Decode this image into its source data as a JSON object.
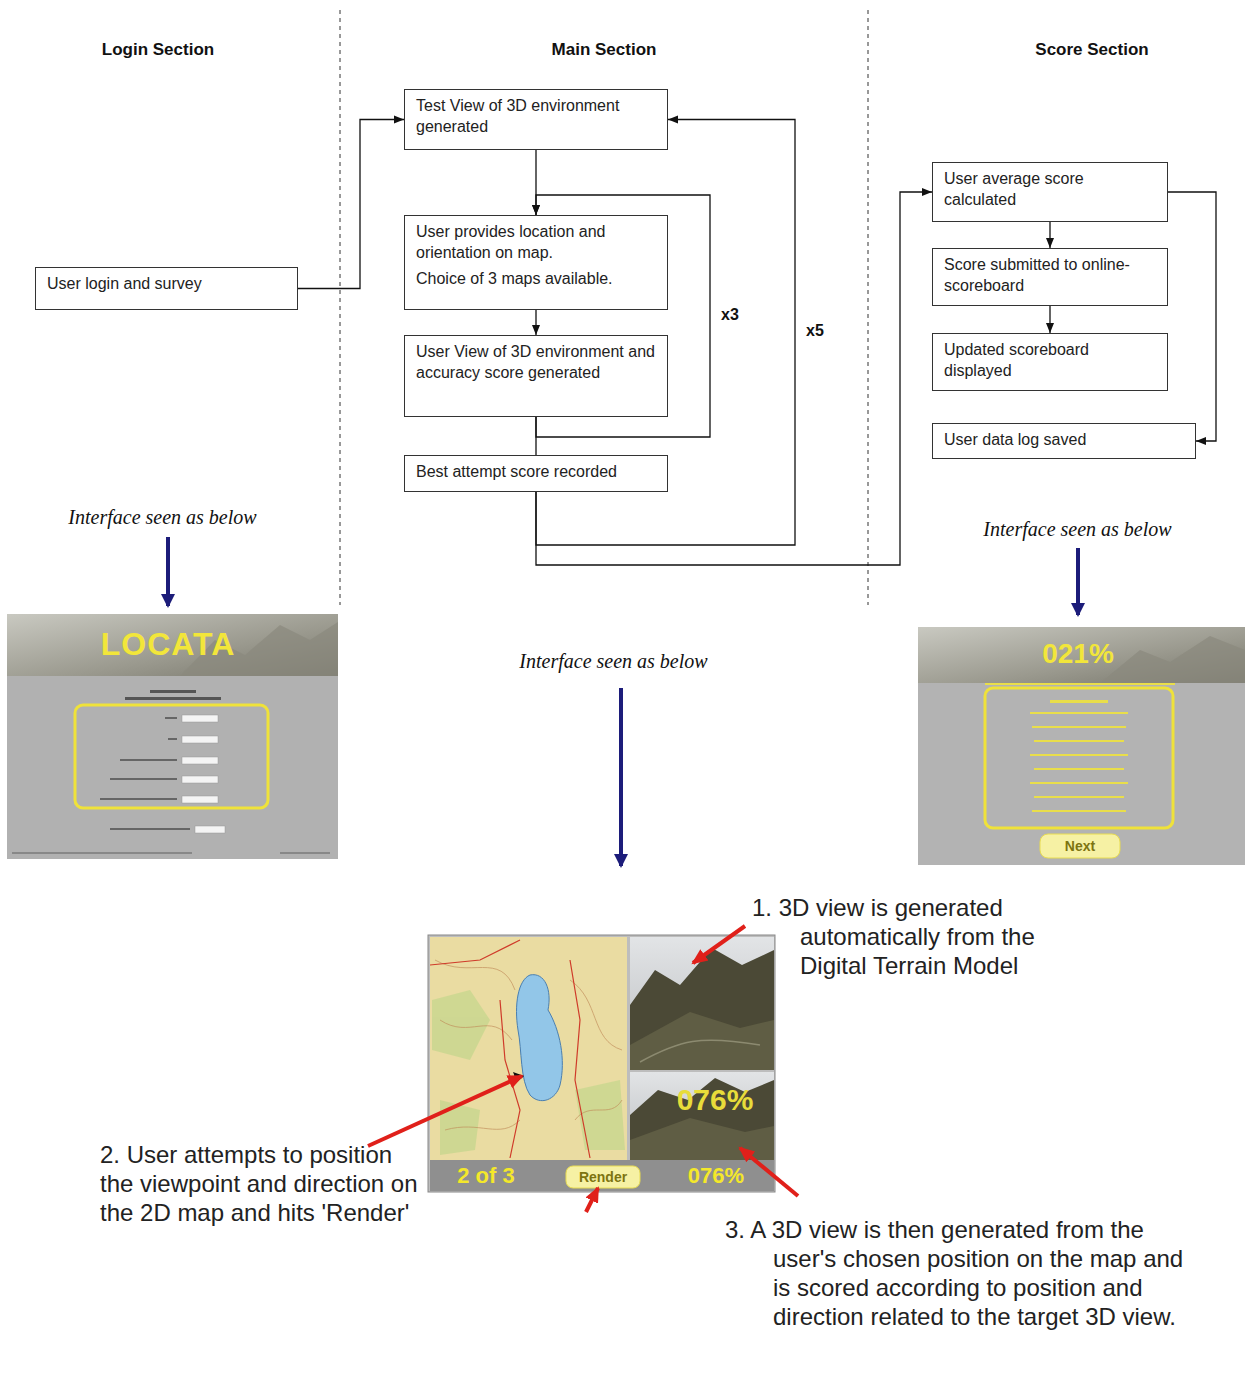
{
  "diagram": {
    "nodes": [
      {
        "text": [
          "User login and survey"
        ]
      },
      {
        "text": [
          "Test View of 3D environment generated"
        ]
      },
      {
        "text": [
          "User provides location and orientation on map.",
          "Choice of 3 maps available."
        ]
      },
      {
        "text": [
          "User View of 3D environment and accuracy score generated"
        ]
      },
      {
        "text": [
          "Best attempt score recorded"
        ]
      },
      {
        "text": [
          "User average score calculated"
        ]
      },
      {
        "text": [
          "Score submitted to online-scoreboard"
        ]
      },
      {
        "text": [
          "Updated scoreboard displayed"
        ]
      },
      {
        "text": [
          "User data log saved"
        ]
      }
    ],
    "edges": [
      {
        "from": 0,
        "to": 1,
        "arrow": "to"
      },
      {
        "from": 1,
        "to": 2,
        "arrow": "to"
      },
      {
        "from": 2,
        "to": 3,
        "arrow": "to"
      },
      {
        "from": 3,
        "to": 2,
        "label": "x3",
        "arrow": "to"
      },
      {
        "from": 3,
        "to": 4,
        "arrow": "none"
      },
      {
        "from": 4,
        "to": 1,
        "label": "x5",
        "arrow": "to"
      },
      {
        "from": 4,
        "to": 5,
        "arrow": "to"
      },
      {
        "from": 5,
        "to": 6,
        "arrow": "to"
      },
      {
        "from": 6,
        "to": 7,
        "arrow": "to"
      },
      {
        "from": 5,
        "to": 8,
        "arrow": "to"
      }
    ],
    "labels": [
      "Login Section",
      "Main Section",
      "Score Section",
      "Interface seen as below",
      "Interface seen as below",
      "Interface seen as below",
      "LOCATA",
      "021%",
      "Next",
      "1. 3D view is generated automatically from the Digital Terrain Model",
      "076%",
      "2 of 3",
      "Render",
      "076%",
      "2. User attempts to position the viewpoint and direction on the 2D map and hits 'Render'",
      "3. A 3D view is then generated from the user's chosen position on the map and is scored according to position and direction related to the target 3D view."
    ]
  }
}
